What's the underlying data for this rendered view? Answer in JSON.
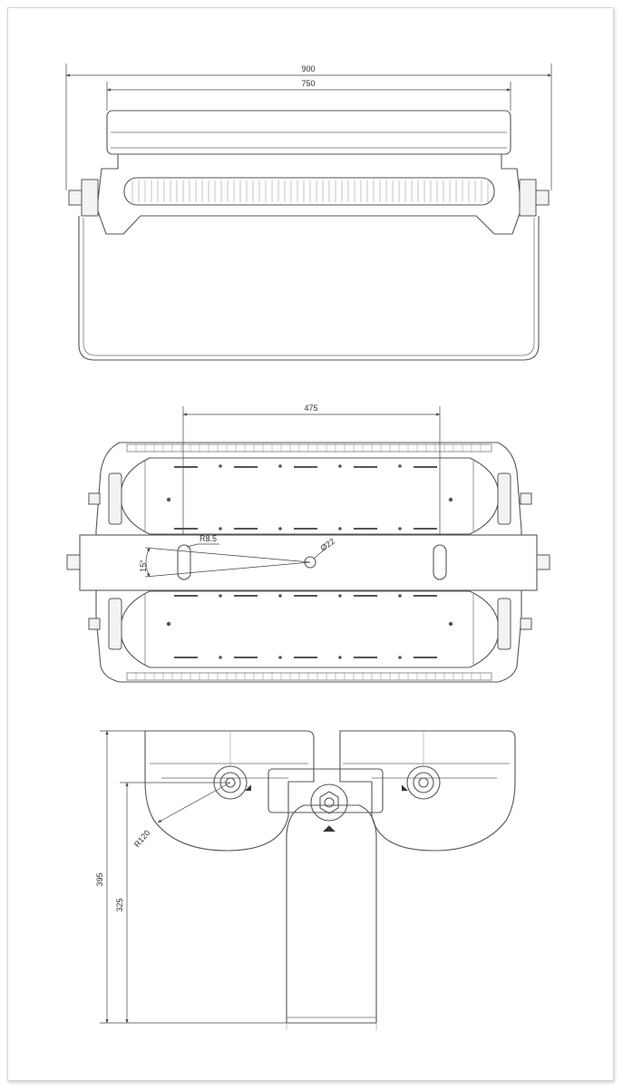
{
  "drawing": {
    "top_view": {
      "dim_overall": "900",
      "dim_housing": "750"
    },
    "front_view": {
      "dim_mount_spacing": "475",
      "dim_slot_radius": "R8.5",
      "dim_center_hole": "Ø22",
      "dim_tilt_angle": "15°"
    },
    "side_view": {
      "dim_total_height": "395",
      "dim_pivot_height": "325",
      "dim_bracket_radius": "R120"
    }
  }
}
